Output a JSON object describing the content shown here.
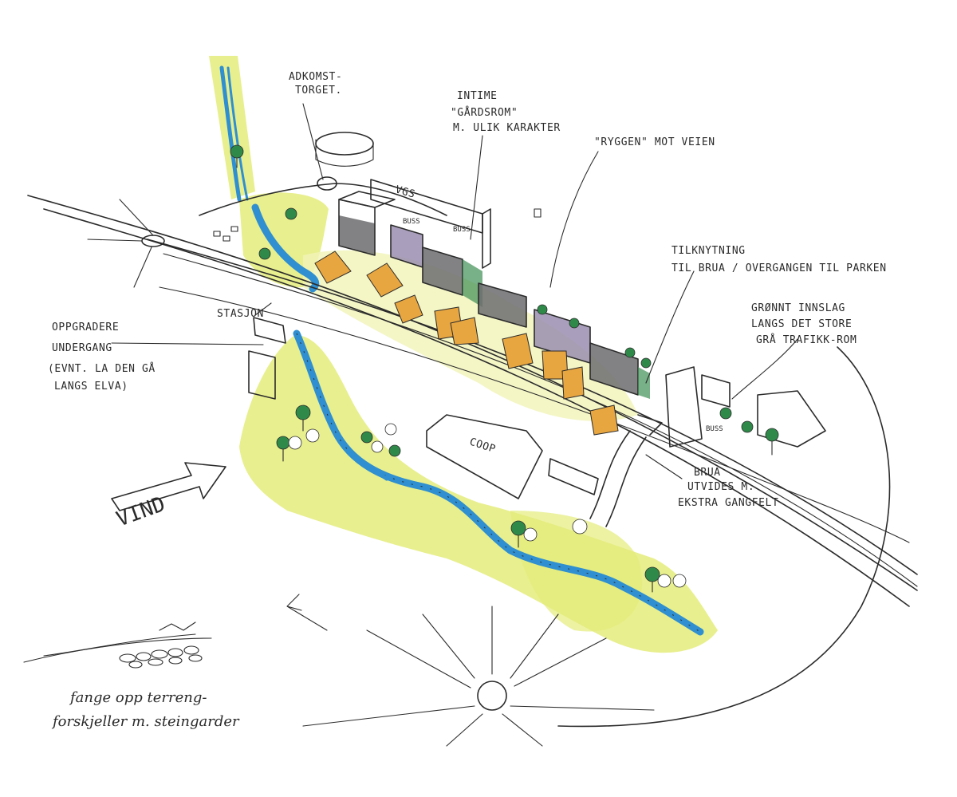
{
  "labels": {
    "adkomst_line1": "ADKOMST-",
    "adkomst_line2": "TORGET.",
    "intime_line1": "INTIME",
    "intime_line2": "\"GÅRDSROM\"",
    "intime_line3": "M. ULIK KARAKTER",
    "ryggen": "\"RYGGEN\" MOT VEIEN",
    "vgs": "VGS",
    "buss_1": "BUSS",
    "buss_2": "BUSS",
    "buss_3": "BUSS",
    "stasjon": "STASJON",
    "oppgradere_line1": "OPPGRADERE",
    "oppgradere_line2": "UNDERGANG",
    "oppgradere_line3": "(EVNT. LA DEN GÅ",
    "oppgradere_line4": "LANGS ELVA)",
    "tilknytning_line1": "TILKNYTNING",
    "tilknytning_line2": "TIL BRUA / OVERGANGEN TIL PARKEN",
    "gront_line1": "GRØNNT INNSLAG",
    "gront_line2": "LANGS DET STORE",
    "gront_line3": "GRÅ TRAFIKK-ROM",
    "coop": "COOP",
    "brua_line1": "BRUA",
    "brua_line2": "UTVIDES M.",
    "brua_line3": "EKSTRA GANGFELT",
    "vind": "VIND",
    "fange_line1": "fange opp terreng-",
    "fange_line2": "forskjeller m. steingarder"
  },
  "colors": {
    "ink": "#2b2b2b",
    "grass": "#e4ec7a",
    "grass_light": "#f1f4b8",
    "water": "#2f8fd0",
    "tree": "#2f8a4a",
    "roof_orange": "#e8a640",
    "building_grey": "#6c6c70",
    "building_purple": "#9a8eb0",
    "roof_green": "#3e8f55"
  },
  "icons": [
    "sun-icon",
    "wind-arrow-icon",
    "river-icon",
    "tree-icon",
    "stone-wall-icon"
  ]
}
